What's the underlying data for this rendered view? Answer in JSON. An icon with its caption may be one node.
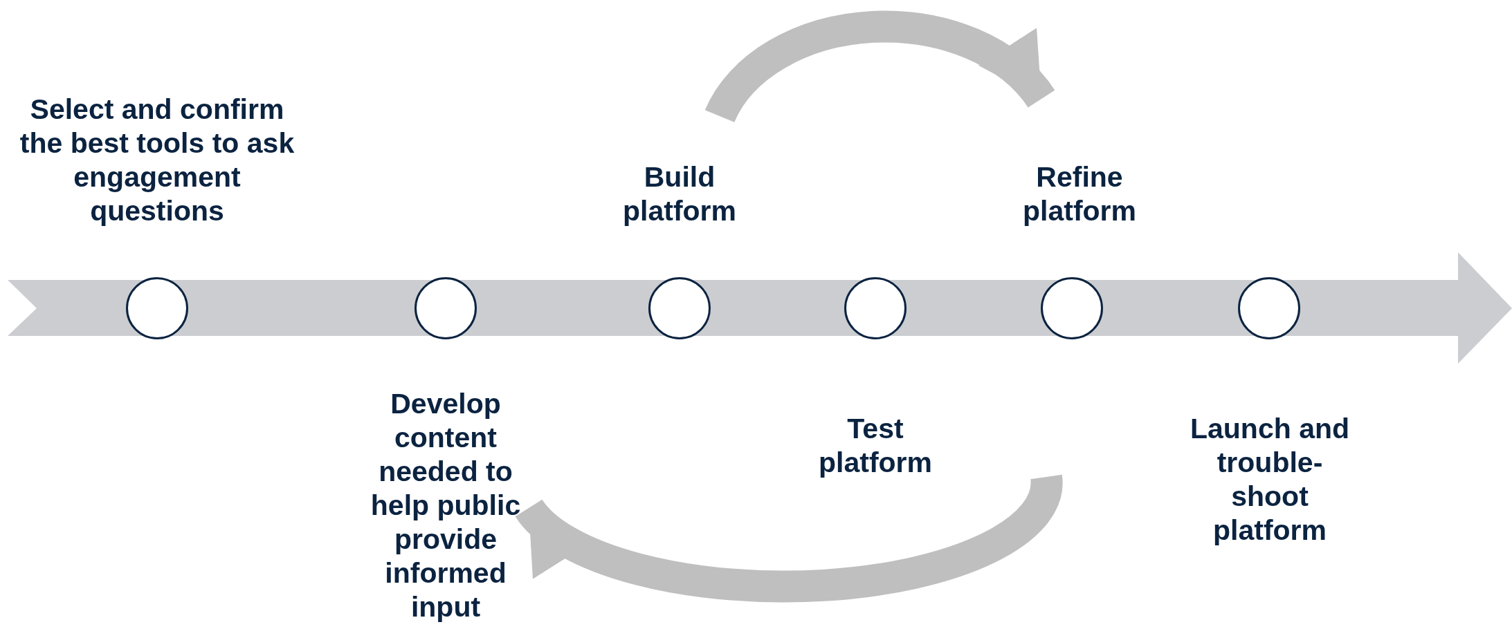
{
  "diagram": {
    "nodes": [
      {
        "text": [],
        "shape": "circle"
      },
      {
        "text": [],
        "shape": "circle"
      },
      {
        "text": [],
        "shape": "circle"
      },
      {
        "text": [],
        "shape": "circle"
      },
      {
        "text": [],
        "shape": "circle"
      },
      {
        "text": [],
        "shape": "circle"
      },
      {
        "text": [
          "Select and confirm the best tools to ask engagement questions"
        ]
      },
      {
        "text": [
          "Develop content needed to help public provide informed input"
        ]
      },
      {
        "text": [
          "Build platform"
        ]
      },
      {
        "text": [
          "Test platform"
        ]
      },
      {
        "text": [
          "Refine platform"
        ]
      },
      {
        "text": [
          "Launch and trouble-shoot platform"
        ]
      }
    ],
    "edges": [
      {
        "from": 8,
        "to": 10,
        "arrow": "to"
      },
      {
        "from": 9,
        "to": 7,
        "arrow": "to"
      }
    ]
  }
}
